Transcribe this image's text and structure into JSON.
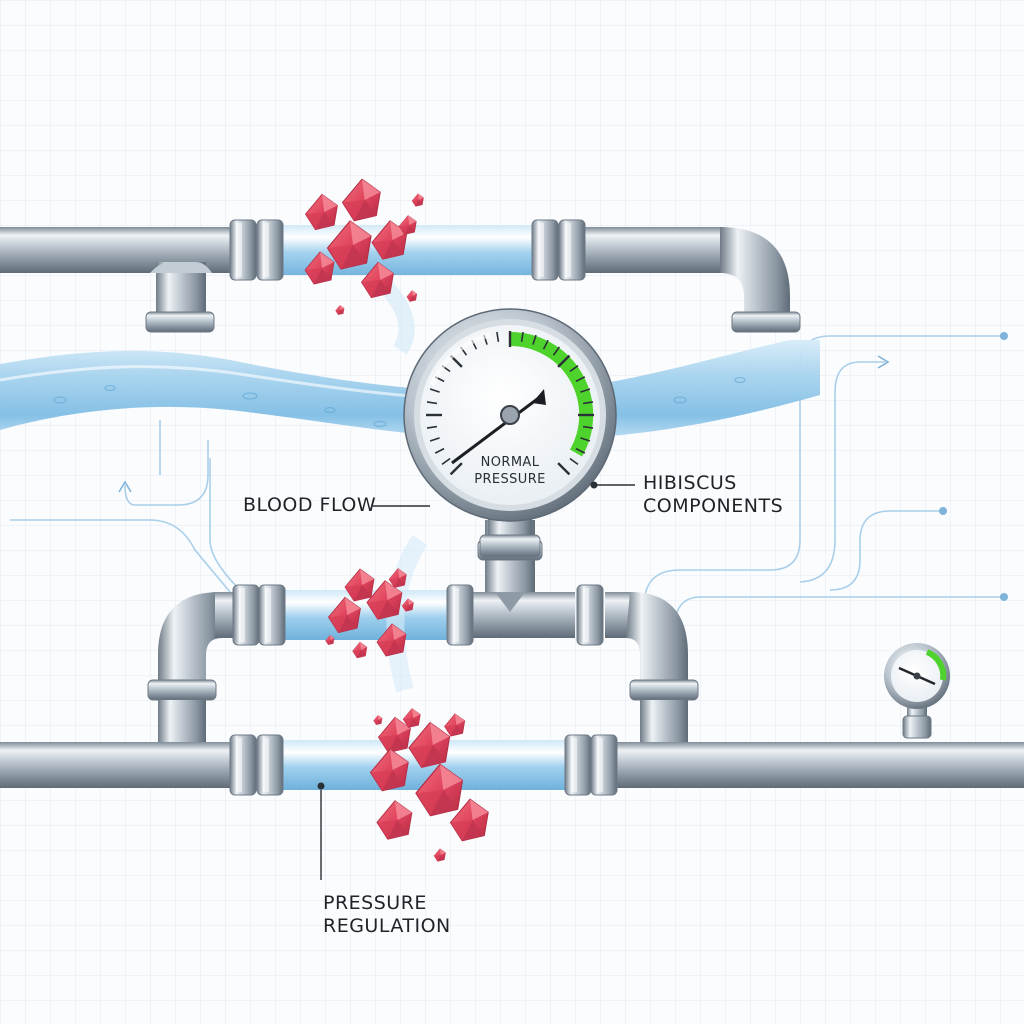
{
  "labels": {
    "blood_flow": "BLOOD FLOW",
    "hibiscus_line1": "HIBISCUS",
    "hibiscus_line2": "COMPONENTS",
    "pressure_line1": "PRESSURE",
    "pressure_line2": "REGULATION"
  },
  "gauge": {
    "line1": "NORMAL",
    "line2": "PRESSURE"
  },
  "colors": {
    "background": "#fbfcfe",
    "grid": "#e3e9f1",
    "pipe_steel": "#a9b4bf",
    "water": "#a7d3ee",
    "crystal": "#e0455d",
    "gauge_green": "#4ed32c",
    "leader_line": "#a9cfea"
  },
  "icons": [
    "pressure-gauge-icon",
    "small-pressure-gauge-icon",
    "hibiscus-crystal-cluster-icon",
    "flow-arrow-icon"
  ]
}
